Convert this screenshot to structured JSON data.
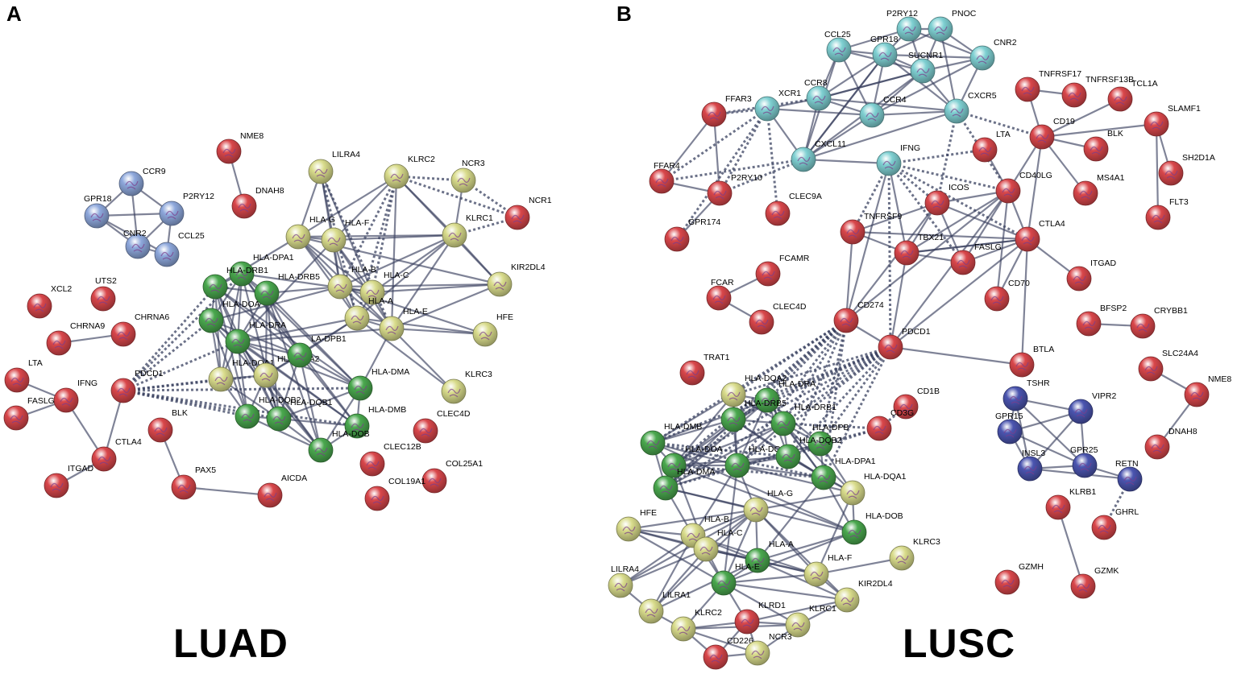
{
  "panels": [
    {
      "letter": "A",
      "title": "LUAD",
      "nodes": [
        {
          "id": "NME8",
          "color": "red"
        },
        {
          "id": "DNAH8",
          "color": "red"
        },
        {
          "id": "CCR9",
          "color": "blue"
        },
        {
          "id": "GPR18",
          "color": "blue"
        },
        {
          "id": "P2RY12",
          "color": "blue"
        },
        {
          "id": "CNR2",
          "color": "blue"
        },
        {
          "id": "CCL25",
          "color": "blue"
        },
        {
          "id": "UTS2",
          "color": "red"
        },
        {
          "id": "XCL2",
          "color": "red"
        },
        {
          "id": "CHRNA9",
          "color": "red"
        },
        {
          "id": "CHRNA6",
          "color": "red"
        },
        {
          "id": "LTA",
          "color": "red"
        },
        {
          "id": "IFNG",
          "color": "red"
        },
        {
          "id": "FASLG",
          "color": "red"
        },
        {
          "id": "PDCD1",
          "color": "red"
        },
        {
          "id": "CTLA4",
          "color": "red"
        },
        {
          "id": "ITGAD",
          "color": "red"
        },
        {
          "id": "BLK",
          "color": "red"
        },
        {
          "id": "PAX5",
          "color": "red"
        },
        {
          "id": "AICDA",
          "color": "red"
        },
        {
          "id": "LILRA4",
          "color": "yellow"
        },
        {
          "id": "KLRC2",
          "color": "yellow"
        },
        {
          "id": "NCR3",
          "color": "yellow"
        },
        {
          "id": "NCR1",
          "color": "red"
        },
        {
          "id": "KLRC1",
          "color": "yellow"
        },
        {
          "id": "KIR2DL4",
          "color": "yellow"
        },
        {
          "id": "HFE",
          "color": "yellow"
        },
        {
          "id": "KLRC3",
          "color": "yellow"
        },
        {
          "id": "HLA-G",
          "color": "yellow"
        },
        {
          "id": "HLA-F",
          "color": "yellow"
        },
        {
          "id": "HLA-B",
          "color": "yellow"
        },
        {
          "id": "HLA-C",
          "color": "yellow"
        },
        {
          "id": "HLA-A",
          "color": "yellow"
        },
        {
          "id": "HLA-E",
          "color": "yellow"
        },
        {
          "id": "HLA-DPA1",
          "color": "green"
        },
        {
          "id": "HLA-DRB1",
          "color": "green"
        },
        {
          "id": "HLA-DRB5",
          "color": "green"
        },
        {
          "id": "HLA-DOA",
          "color": "green"
        },
        {
          "id": "HLA-DRA",
          "color": "green"
        },
        {
          "id": "HLA-DQA1",
          "color": "yellow"
        },
        {
          "id": "HLA-DQA2",
          "color": "yellow"
        },
        {
          "id": "HLA-DPB1",
          "color": "green"
        },
        {
          "id": "HLA-DMA",
          "color": "green"
        },
        {
          "id": "HLA-DQB2",
          "color": "green"
        },
        {
          "id": "HLA-DQB1",
          "color": "green"
        },
        {
          "id": "HLA-DMB",
          "color": "green"
        },
        {
          "id": "HLA-DOB",
          "color": "green"
        },
        {
          "id": "CLEC4D",
          "color": "red"
        },
        {
          "id": "CLEC12B",
          "color": "red"
        },
        {
          "id": "COL25A1",
          "color": "red"
        },
        {
          "id": "COL19A1",
          "color": "red"
        }
      ],
      "labels": {
        "HLA-DPB1": "LA-DPB1",
        "HLA-DQB2": "HLA-DQB2"
      }
    },
    {
      "letter": "B",
      "title": "LUSC",
      "nodes": [
        {
          "id": "P2RY12",
          "color": "cyan"
        },
        {
          "id": "PNOC",
          "color": "cyan"
        },
        {
          "id": "CCL25",
          "color": "cyan"
        },
        {
          "id": "GPR18",
          "color": "cyan"
        },
        {
          "id": "SUCNR1",
          "color": "cyan"
        },
        {
          "id": "CNR2",
          "color": "cyan"
        },
        {
          "id": "XCR1",
          "color": "cyan"
        },
        {
          "id": "CCR8",
          "color": "cyan"
        },
        {
          "id": "CCR4",
          "color": "cyan"
        },
        {
          "id": "CXCR5",
          "color": "cyan"
        },
        {
          "id": "CXCL11",
          "color": "cyan"
        },
        {
          "id": "IFNG",
          "color": "cyan"
        },
        {
          "id": "FFAR3",
          "color": "red"
        },
        {
          "id": "FFAR4",
          "color": "red"
        },
        {
          "id": "P2RY10",
          "color": "red"
        },
        {
          "id": "GPR174",
          "color": "red"
        },
        {
          "id": "CLEC9A",
          "color": "red"
        },
        {
          "id": "TNFRSF17",
          "color": "red"
        },
        {
          "id": "TNFRSF13B",
          "color": "red"
        },
        {
          "id": "TCL1A",
          "color": "red"
        },
        {
          "id": "SLAMF1",
          "color": "red"
        },
        {
          "id": "CD19",
          "color": "red"
        },
        {
          "id": "BLK",
          "color": "red"
        },
        {
          "id": "SH2D1A",
          "color": "red"
        },
        {
          "id": "MS4A1",
          "color": "red"
        },
        {
          "id": "FLT3",
          "color": "red"
        },
        {
          "id": "LTA",
          "color": "red"
        },
        {
          "id": "CD40LG",
          "color": "red"
        },
        {
          "id": "ICOS",
          "color": "red"
        },
        {
          "id": "TNFRSF9",
          "color": "red"
        },
        {
          "id": "TBX21",
          "color": "red"
        },
        {
          "id": "FASLG",
          "color": "red"
        },
        {
          "id": "CTLA4",
          "color": "red"
        },
        {
          "id": "ITGAD",
          "color": "red"
        },
        {
          "id": "CD70",
          "color": "red"
        },
        {
          "id": "FCAMR",
          "color": "red"
        },
        {
          "id": "FCAR",
          "color": "red"
        },
        {
          "id": "CLEC4D",
          "color": "red"
        },
        {
          "id": "CD274",
          "color": "red"
        },
        {
          "id": "PDCD1",
          "color": "red"
        },
        {
          "id": "BTLA",
          "color": "red"
        },
        {
          "id": "BFSP2",
          "color": "red"
        },
        {
          "id": "CRYBB1",
          "color": "red"
        },
        {
          "id": "SLC24A4",
          "color": "red"
        },
        {
          "id": "NME8",
          "color": "red"
        },
        {
          "id": "DNAH8",
          "color": "red"
        },
        {
          "id": "TRAT1",
          "color": "red"
        },
        {
          "id": "CD1B",
          "color": "red"
        },
        {
          "id": "CD3G",
          "color": "red"
        },
        {
          "id": "TSHR",
          "color": "navy"
        },
        {
          "id": "VIPR2",
          "color": "navy"
        },
        {
          "id": "GPR15",
          "color": "navy"
        },
        {
          "id": "INSL3",
          "color": "navy"
        },
        {
          "id": "GPR25",
          "color": "navy"
        },
        {
          "id": "RETN",
          "color": "navy"
        },
        {
          "id": "KLRB1",
          "color": "red"
        },
        {
          "id": "GHRL",
          "color": "red"
        },
        {
          "id": "GZMH",
          "color": "red"
        },
        {
          "id": "GZMK",
          "color": "red"
        },
        {
          "id": "HLA-DQA2",
          "color": "yellow"
        },
        {
          "id": "HLA-DRA",
          "color": "green"
        },
        {
          "id": "HLA-DRB5",
          "color": "green"
        },
        {
          "id": "HLA-DRB1",
          "color": "green"
        },
        {
          "id": "HLA-DPB1",
          "color": "green"
        },
        {
          "id": "HLA-DMB",
          "color": "green"
        },
        {
          "id": "HLA-DOA",
          "color": "green"
        },
        {
          "id": "HLA-DQB1",
          "color": "green"
        },
        {
          "id": "HLA-DQB2",
          "color": "green"
        },
        {
          "id": "HLA-DPA1",
          "color": "green"
        },
        {
          "id": "HLA-DQA1",
          "color": "yellow"
        },
        {
          "id": "HLA-DMA",
          "color": "green"
        },
        {
          "id": "HLA-G",
          "color": "yellow"
        },
        {
          "id": "HLA-DOB",
          "color": "green"
        },
        {
          "id": "HFE",
          "color": "yellow"
        },
        {
          "id": "HLA-B",
          "color": "yellow"
        },
        {
          "id": "HLA-C",
          "color": "yellow"
        },
        {
          "id": "HLA-A",
          "color": "green"
        },
        {
          "id": "HLA-E",
          "color": "green"
        },
        {
          "id": "HLA-F",
          "color": "yellow"
        },
        {
          "id": "KLRC3",
          "color": "yellow"
        },
        {
          "id": "KIR2DL4",
          "color": "yellow"
        },
        {
          "id": "LILRA4",
          "color": "yellow"
        },
        {
          "id": "LILRA1",
          "color": "yellow"
        },
        {
          "id": "KLRD1",
          "color": "red"
        },
        {
          "id": "KLRC1",
          "color": "yellow"
        },
        {
          "id": "KLRC2",
          "color": "yellow"
        },
        {
          "id": "CD226",
          "color": "red"
        },
        {
          "id": "NCR3",
          "color": "yellow"
        }
      ],
      "labels": {
        "HLA-DQA2": "HLA-DQA2",
        "HLA-DPB1": "HLA-DPB"
      }
    }
  ],
  "colors": {
    "red": "#d9474b",
    "blue": "#8ea8dc",
    "yellow": "#d9dc8c",
    "green": "#4aa84e",
    "cyan": "#7fd0d2",
    "navy": "#4b55b0",
    "edge": "#3a4160"
  }
}
